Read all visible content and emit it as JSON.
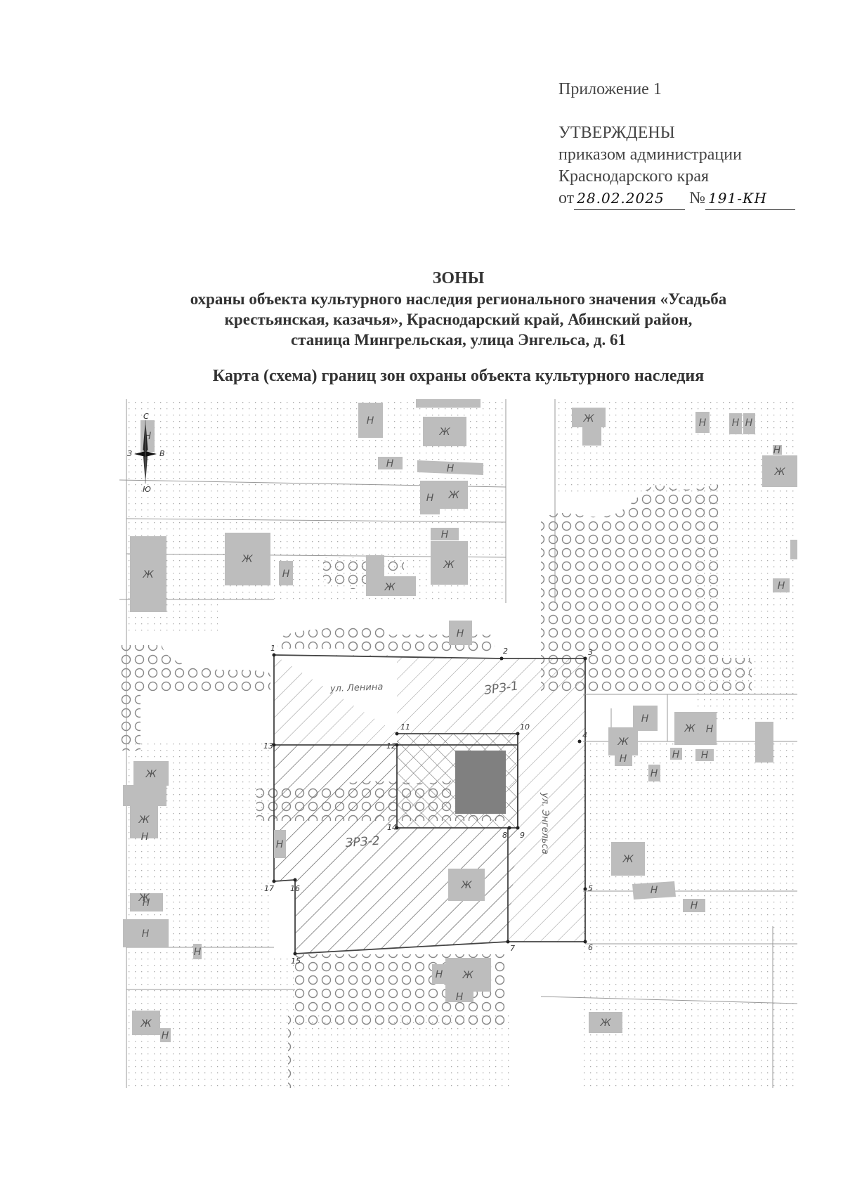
{
  "approval": {
    "appendix": "Приложение 1",
    "approved": "УТВЕРЖДЕНЫ",
    "line1": "приказом администрации",
    "line2": "Краснодарского края",
    "date_prefix": "от",
    "date": "28.02.2025",
    "number_prefix": "№",
    "number": "191-КН"
  },
  "title": {
    "heading": "ЗОНЫ",
    "line1": "охраны объекта культурного наследия регионального значения «Усадьба",
    "line2": "крестьянская, казачья», Краснодарский край, Абинский район,",
    "line3": "станица Мингрельская, улица Энгельса, д. 61"
  },
  "map": {
    "caption": "Карта (схема) границ зон охраны объекта культурного наследия",
    "compass": {
      "north": "С",
      "south": "Ю",
      "west": "З",
      "east": "В"
    },
    "streets": {
      "lenina": "ул. Ленина",
      "engelsa": "ул. Энгельса"
    },
    "zones": {
      "zrz1": "ЗРЗ-1",
      "zrz2": "ЗРЗ-2"
    },
    "building_labels": {
      "residential": "Ж",
      "non_residential": "Н"
    },
    "points": [
      "1",
      "2",
      "3",
      "4",
      "5",
      "6",
      "7",
      "8",
      "9",
      "10",
      "11",
      "12",
      "13",
      "14",
      "15",
      "16",
      "17"
    ],
    "colors": {
      "building": "#bdbdbd",
      "object": "#808080",
      "hatch": "#777777",
      "boundary": "#444444"
    }
  }
}
